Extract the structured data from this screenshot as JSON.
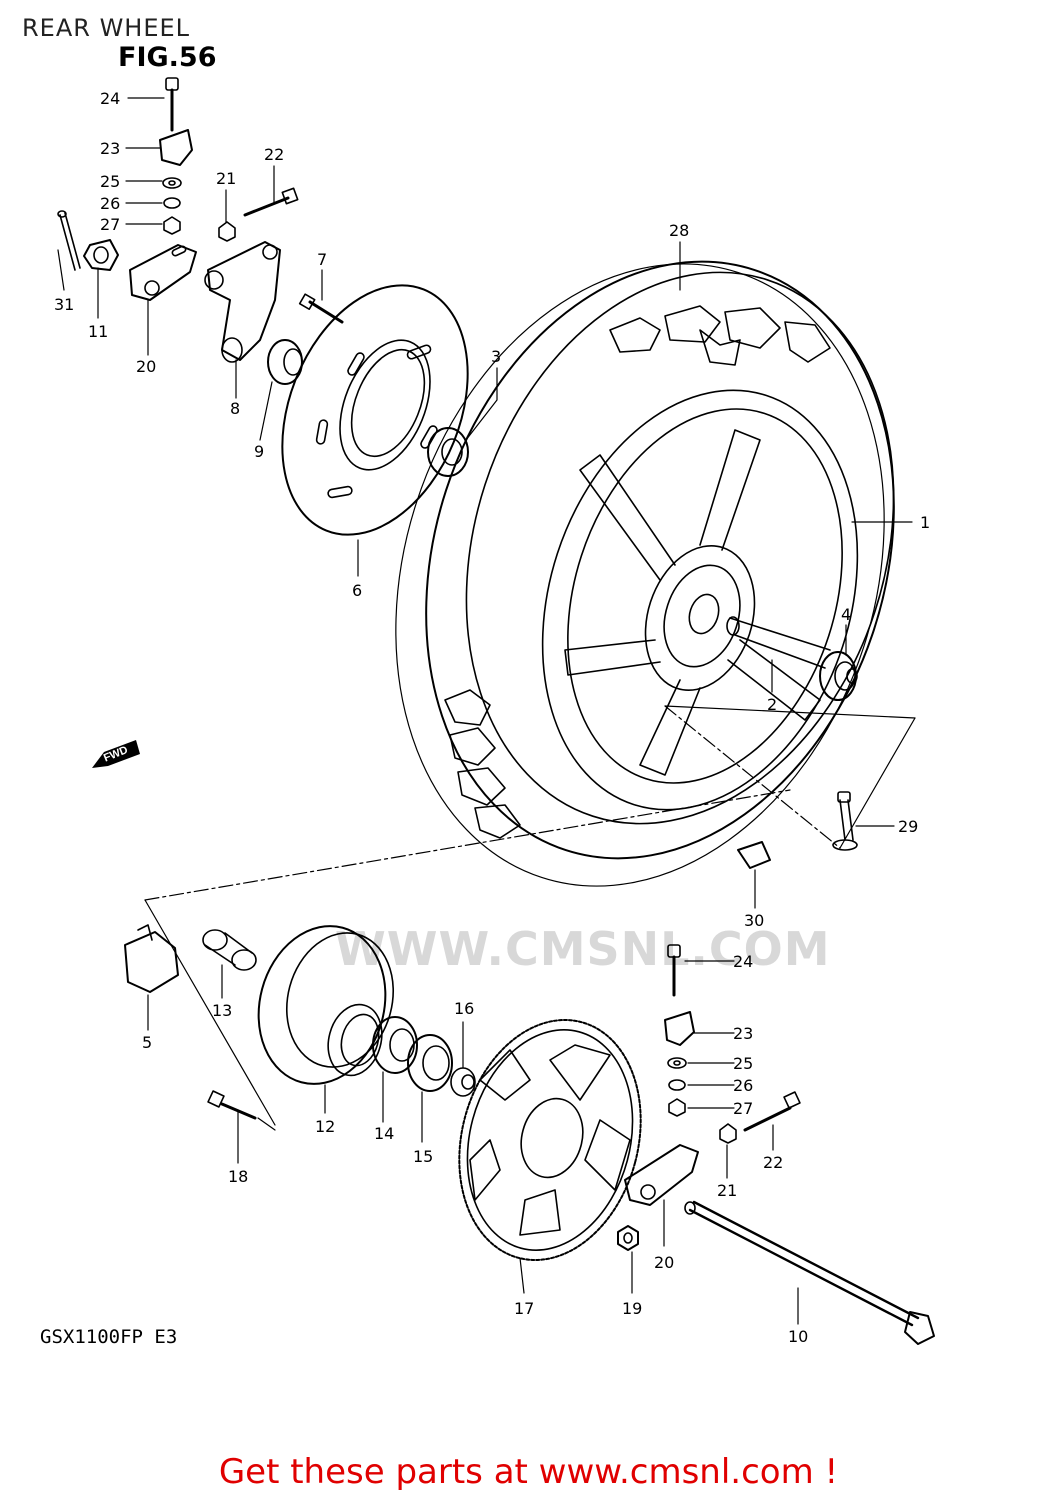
{
  "page_title": "REAR WHEEL",
  "figure_label": "FIG.56",
  "model_code": "GSX1100FP E3",
  "watermark_text": "WWW.CMSNL.COM",
  "fwd_label": "FWD",
  "cta_text": "Get these parts at www.cmsnl.com !",
  "colors": {
    "cta": "#e00000",
    "line": "#000000",
    "watermark": "#d8d8d8"
  },
  "callouts": [
    "24",
    "23",
    "25",
    "26",
    "27",
    "21",
    "22",
    "31",
    "11",
    "20",
    "8",
    "9",
    "7",
    "3",
    "6",
    "28",
    "1",
    "4",
    "2",
    "29",
    "30",
    "5",
    "13",
    "12",
    "14",
    "15",
    "16",
    "18",
    "17",
    "19",
    "10"
  ]
}
